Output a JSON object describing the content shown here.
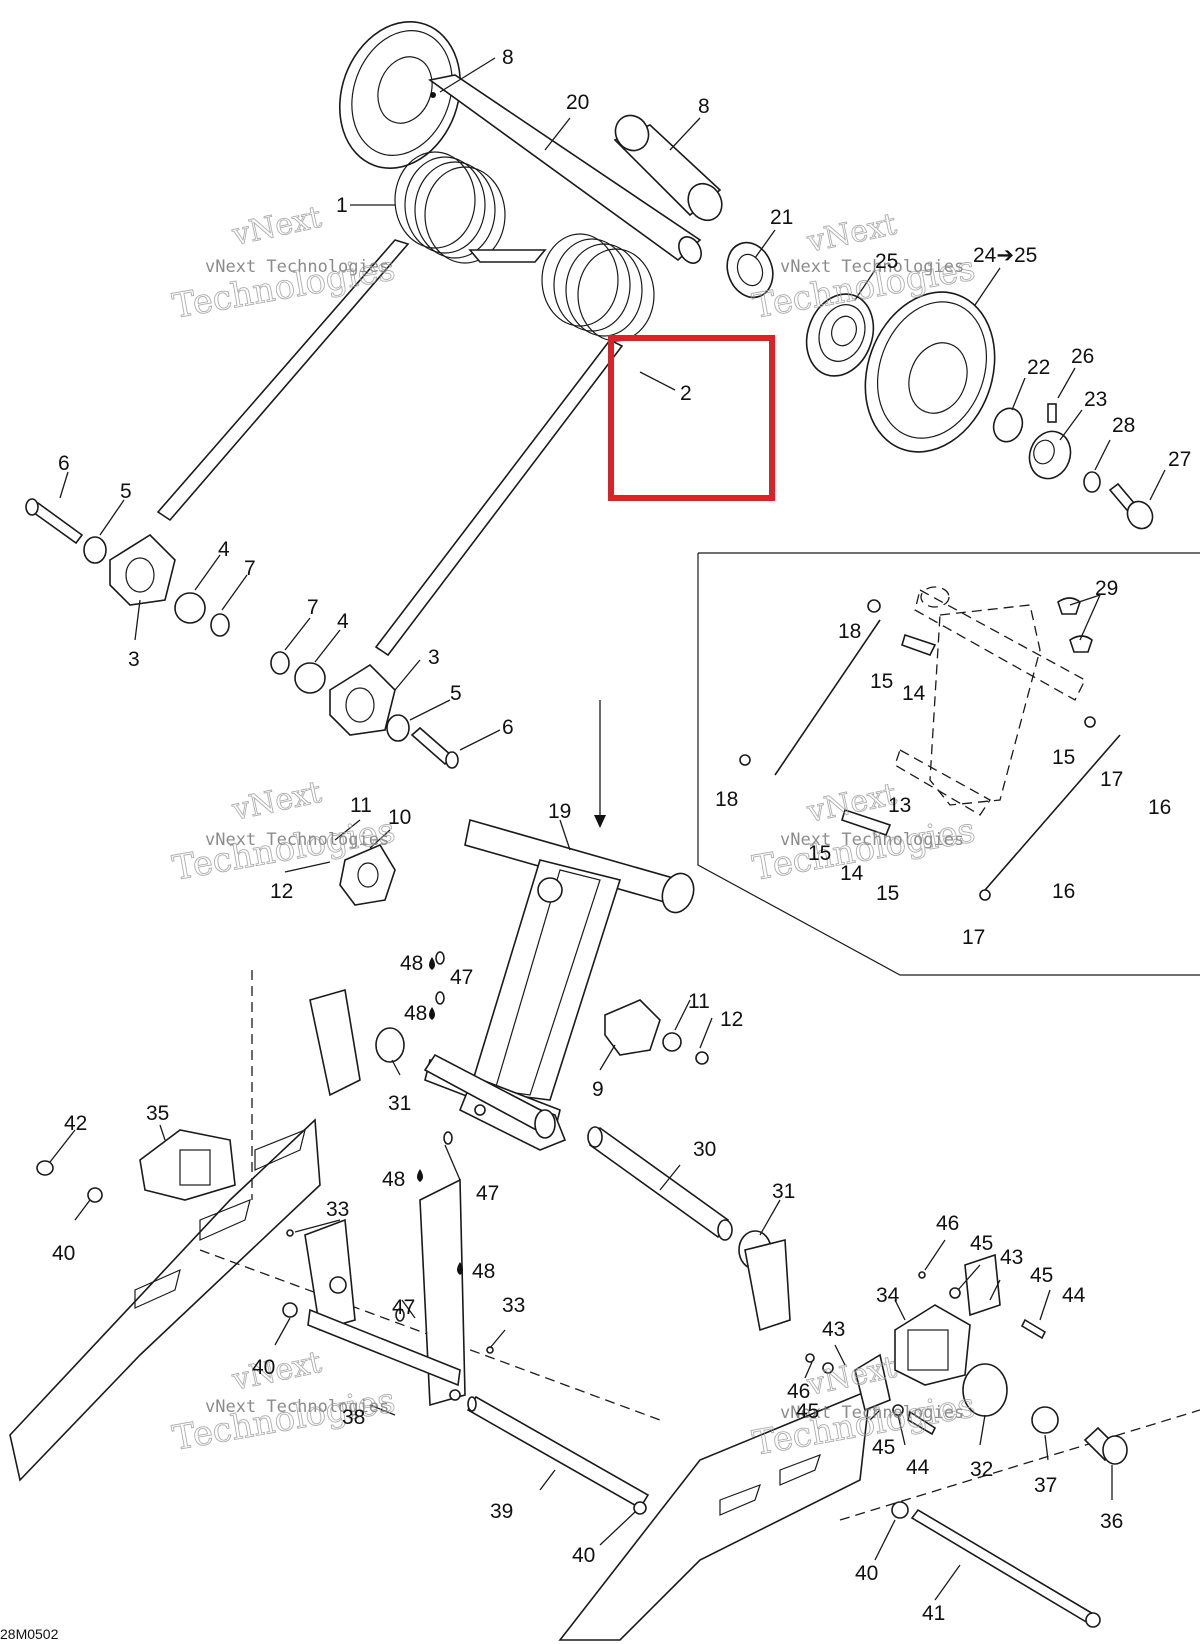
{
  "diagram": {
    "drawing_code": "28M0502",
    "watermark": {
      "brand": "vNext",
      "line": "vNext Technologies",
      "big": "Technologies"
    },
    "highlight_color": "#d9232a",
    "part_labels": [
      {
        "id": "l8a",
        "text": "8"
      },
      {
        "id": "l20",
        "text": "20"
      },
      {
        "id": "l8b",
        "text": "8"
      },
      {
        "id": "l1",
        "text": "1"
      },
      {
        "id": "l21",
        "text": "21"
      },
      {
        "id": "l25",
        "text": "25"
      },
      {
        "id": "l24",
        "text": "24➔25"
      },
      {
        "id": "l2",
        "text": "2"
      },
      {
        "id": "l22",
        "text": "22"
      },
      {
        "id": "l26",
        "text": "26"
      },
      {
        "id": "l23",
        "text": "23"
      },
      {
        "id": "l28",
        "text": "28"
      },
      {
        "id": "l27",
        "text": "27"
      },
      {
        "id": "l6a",
        "text": "6"
      },
      {
        "id": "l5a",
        "text": "5"
      },
      {
        "id": "l4a",
        "text": "4"
      },
      {
        "id": "l7a",
        "text": "7"
      },
      {
        "id": "l3a",
        "text": "3"
      },
      {
        "id": "l7b",
        "text": "7"
      },
      {
        "id": "l4b",
        "text": "4"
      },
      {
        "id": "l3b",
        "text": "3"
      },
      {
        "id": "l5b",
        "text": "5"
      },
      {
        "id": "l6b",
        "text": "6"
      },
      {
        "id": "l29",
        "text": "29"
      },
      {
        "id": "l18a",
        "text": "18"
      },
      {
        "id": "l15a",
        "text": "15"
      },
      {
        "id": "l14a",
        "text": "14"
      },
      {
        "id": "l15b",
        "text": "15"
      },
      {
        "id": "l17a",
        "text": "17"
      },
      {
        "id": "l16a",
        "text": "16"
      },
      {
        "id": "l18b",
        "text": "18"
      },
      {
        "id": "l13",
        "text": "13"
      },
      {
        "id": "l15c",
        "text": "15"
      },
      {
        "id": "l14b",
        "text": "14"
      },
      {
        "id": "l15d",
        "text": "15"
      },
      {
        "id": "l16b",
        "text": "16"
      },
      {
        "id": "l17b",
        "text": "17"
      },
      {
        "id": "l11a",
        "text": "11"
      },
      {
        "id": "l10",
        "text": "10"
      },
      {
        "id": "l12a",
        "text": "12"
      },
      {
        "id": "l19",
        "text": "19"
      },
      {
        "id": "l48a",
        "text": "48"
      },
      {
        "id": "l47a",
        "text": "47"
      },
      {
        "id": "l48b",
        "text": "48"
      },
      {
        "id": "l11b",
        "text": "11"
      },
      {
        "id": "l12b",
        "text": "12"
      },
      {
        "id": "l9",
        "text": "9"
      },
      {
        "id": "l31a",
        "text": "31"
      },
      {
        "id": "l42",
        "text": "42"
      },
      {
        "id": "l35",
        "text": "35"
      },
      {
        "id": "l40a",
        "text": "40"
      },
      {
        "id": "l48c",
        "text": "48"
      },
      {
        "id": "l47b",
        "text": "47"
      },
      {
        "id": "l30",
        "text": "30"
      },
      {
        "id": "l31b",
        "text": "31"
      },
      {
        "id": "l33a",
        "text": "33"
      },
      {
        "id": "l48d",
        "text": "48"
      },
      {
        "id": "l47c",
        "text": "47"
      },
      {
        "id": "l33b",
        "text": "33"
      },
      {
        "id": "l46a",
        "text": "46"
      },
      {
        "id": "l45a",
        "text": "45"
      },
      {
        "id": "l43a",
        "text": "43"
      },
      {
        "id": "l45b",
        "text": "45"
      },
      {
        "id": "l44a",
        "text": "44"
      },
      {
        "id": "l34",
        "text": "34"
      },
      {
        "id": "l43b",
        "text": "43"
      },
      {
        "id": "l40b",
        "text": "40"
      },
      {
        "id": "l38",
        "text": "38"
      },
      {
        "id": "l46b",
        "text": "46"
      },
      {
        "id": "l45c",
        "text": "45"
      },
      {
        "id": "l45d",
        "text": "45"
      },
      {
        "id": "l44b",
        "text": "44"
      },
      {
        "id": "l32",
        "text": "32"
      },
      {
        "id": "l37",
        "text": "37"
      },
      {
        "id": "l36",
        "text": "36"
      },
      {
        "id": "l39",
        "text": "39"
      },
      {
        "id": "l40c",
        "text": "40"
      },
      {
        "id": "l40d",
        "text": "40"
      },
      {
        "id": "l41",
        "text": "41"
      }
    ]
  }
}
